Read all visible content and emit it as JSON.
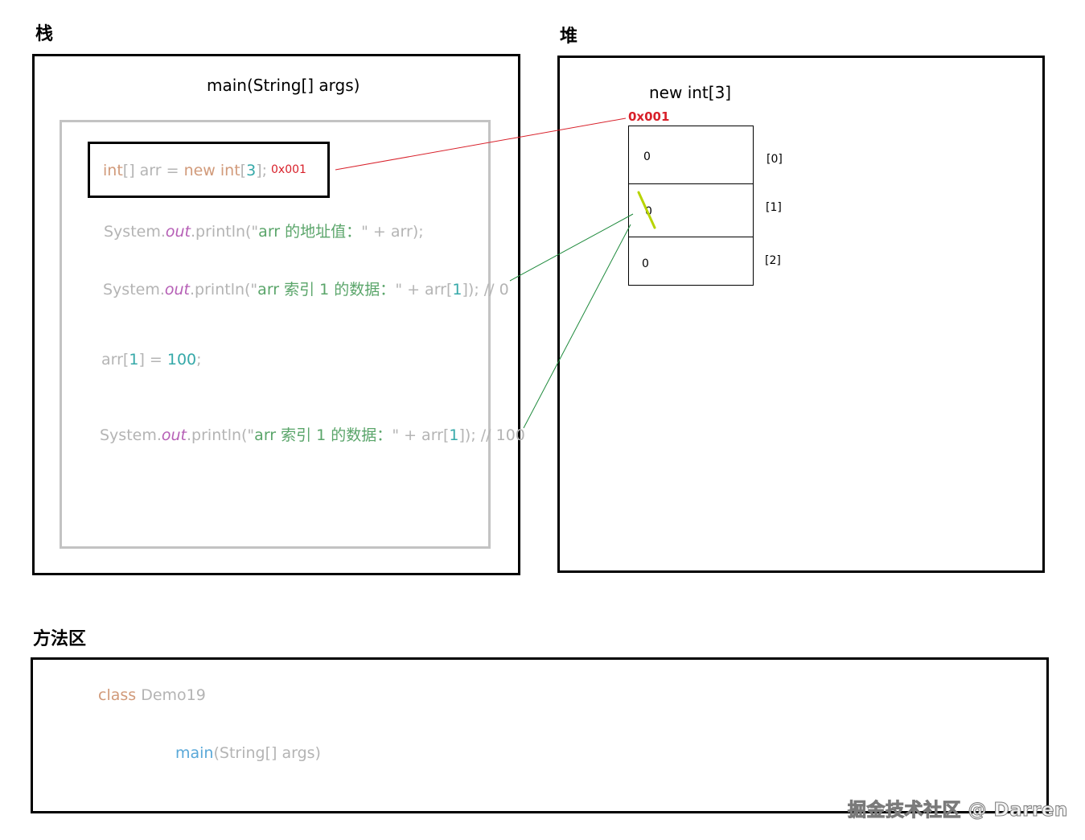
{
  "sections": {
    "stack_label": "栈",
    "heap_label": "堆",
    "method_area_label": "方法区"
  },
  "stack": {
    "frame_title": "main(String[] args)",
    "decl": {
      "kw1": "int",
      "p1": "[] arr = ",
      "kw2": "new int",
      "p2": "[",
      "n1": "3",
      "p3": "];",
      "address": "0x001"
    },
    "line1": {
      "a": "System.",
      "b": "out",
      "c": ".println(\"",
      "d": "arr 的地址值：",
      "e": "\" + arr);"
    },
    "line2": {
      "a": "System.",
      "b": "out",
      "c": ".println(\"",
      "d": "arr 索引 1 的数据：",
      "e": "\" + arr[",
      "n": "1",
      "f": "]); // 0"
    },
    "line3": {
      "a": "arr[",
      "n1": "1",
      "b": "] = ",
      "n2": "100",
      "c": ";"
    },
    "line4": {
      "a": "System.",
      "b": "out",
      "c": ".println(\"",
      "d": "arr 索引 1 的数据：",
      "e": "\" + arr[",
      "n": "1",
      "f": "]); // 100"
    }
  },
  "heap": {
    "title": "new int[3]",
    "address": "0x001",
    "cells": [
      {
        "value": "0",
        "index": "[0]"
      },
      {
        "value": "0",
        "index": "[1]"
      },
      {
        "value": "0",
        "index": "[2]"
      }
    ]
  },
  "method_area": {
    "class_kw": "class",
    "class_name": " Demo19",
    "method_name": "main",
    "method_params": "(String[] args)"
  },
  "watermark": "掘金技术社区 @ Darren",
  "colors": {
    "reference_line": "#d8202a",
    "access_line": "#1e8a3c",
    "strike_mark": "#b8d400"
  }
}
